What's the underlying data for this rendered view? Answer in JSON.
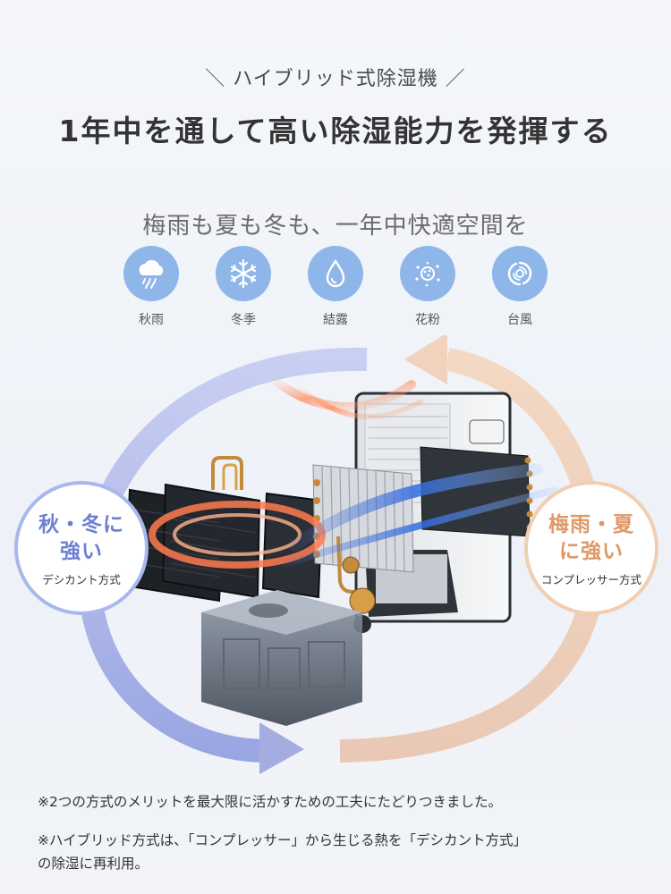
{
  "header": {
    "eyebrow": "ハイブリッド式除湿機",
    "slash_left": "＼",
    "slash_right": "／",
    "headline": "1年中を通して高い除湿能力を発揮する"
  },
  "subhead": "梅雨も夏も冬も、一年中快適空間を",
  "seasons": [
    {
      "label": "秋雨",
      "icon": "rain-cloud-icon"
    },
    {
      "label": "冬季",
      "icon": "snowflake-icon"
    },
    {
      "label": "結露",
      "icon": "water-drop-icon"
    },
    {
      "label": "花粉",
      "icon": "pollen-icon"
    },
    {
      "label": "台風",
      "icon": "typhoon-icon"
    }
  ],
  "badges": {
    "left": {
      "line1": "秋・冬に",
      "line2": "強い",
      "method": "デシカント方式",
      "color": "#6f7fd0"
    },
    "right": {
      "line1": "梅雨・夏",
      "line2": "に強い",
      "method": "コンプレッサー方式",
      "color": "#df9868"
    }
  },
  "notes": {
    "note1": "※2つの方式のメリットを最大限に活かすための工夫にたどりつきました。",
    "note2_line1": "※ハイブリッド方式は、「コンプレッサー」から生じる熱を「デシカント方式」",
    "note2_line2": "の除湿に再利用。"
  },
  "colors": {
    "accent_blue": "#8fb6e8",
    "arrow_blue": "#a9b8ec",
    "arrow_peach": "#f1cdb1"
  }
}
